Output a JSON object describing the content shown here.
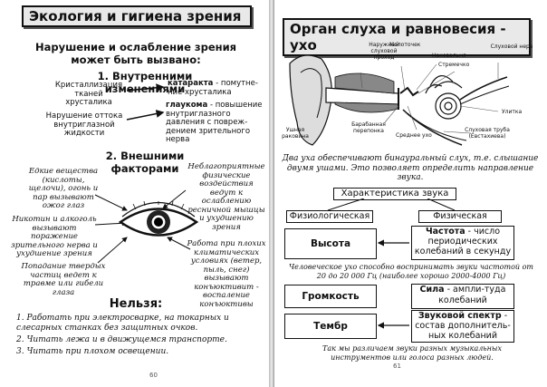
{
  "left": {
    "title": "Экология и гигиена зрения",
    "subtitle": "Нарушение и ослабление зрения может быть вызвано:",
    "section1": "1. Внутренними изменениями",
    "internal": [
      {
        "cause": "Кристаллизация тканей хрусталика",
        "effect_bold": "катаракта",
        "effect_rest": " - помутне-ние хрусталика"
      },
      {
        "cause": "Нарушение оттока внутриглазной жидкости",
        "effect_bold": "глаукома",
        "effect_rest": " - повышение внутриглазного давления с повреж-дением зрительного нерва"
      }
    ],
    "section2": "2. Внешними факторами",
    "factors": {
      "tl": "Едкие вещества (кислоты, щелочи), огонь и пар вызывают ожог глаз",
      "tr": "Неблагоприятные физические воздействия ведут к ослаблению ресничной мышцы и ухудшению зрения",
      "ml": "Никотин и алкоголь вызывают поражение зрительного нерва и ухудшение зрения",
      "bl": "Попадание твердых частиц ведет к травме или гибели глаза",
      "br": "Работа при плохих климатических условиях (ветер, пыль, снег) вызывают конъюктивит - воспаление конъюктивы"
    },
    "never_title": "Нельзя:",
    "never": [
      "1. Работать при электросварке, на токарных и слесарных станках без защитных очков.",
      "2. Читать лежа и в движущемся транспорте.",
      "3. Читать при плохом освещении."
    ],
    "page_no": "60"
  },
  "right": {
    "title": "Орган слуха и равновесия - ухо",
    "ear_labels": {
      "canal": "Наружный слуховой проход",
      "hammer": "Молоточек",
      "anvil": "Наковальня",
      "stirrup": "Стремечко",
      "nerve": "Слуховой нерв",
      "cochlea": "Улитка",
      "auricle": "Ушная раковина",
      "drum": "Барабанная перепонка",
      "middle": "Среднее ухо",
      "tube": "Слуховая труба (Евстахиева)"
    },
    "binaural_text": "Два уха обеспечивают бинауральный слух, т.е. слышание двумя ушами. Это позволяет определить направление звука.",
    "char_title": "Характеристика звука",
    "physio": "Физиологическая",
    "physical": "Физическая",
    "pitch": "Высота",
    "frequency_bold": "Частота",
    "frequency_rest": " - число периодических колебаний в секунду",
    "range_text": "Человеческое ухо способно воспринимать звуки частотой от 20 до 20 000 Гц (наиболее хорошо 2000-4000 Гц)",
    "loudness": "Громкость",
    "force_bold": "Сила",
    "force_rest": " - ампли-туда колебаний",
    "timbre": "Тембр",
    "spectrum_bold": "Звуковой спектр",
    "spectrum_rest": " - состав дополнитель-ных колебаний",
    "footer": "Так мы различаем звуки разных музыкальных инструментов или голоса разных людей.",
    "page_no": "61"
  }
}
